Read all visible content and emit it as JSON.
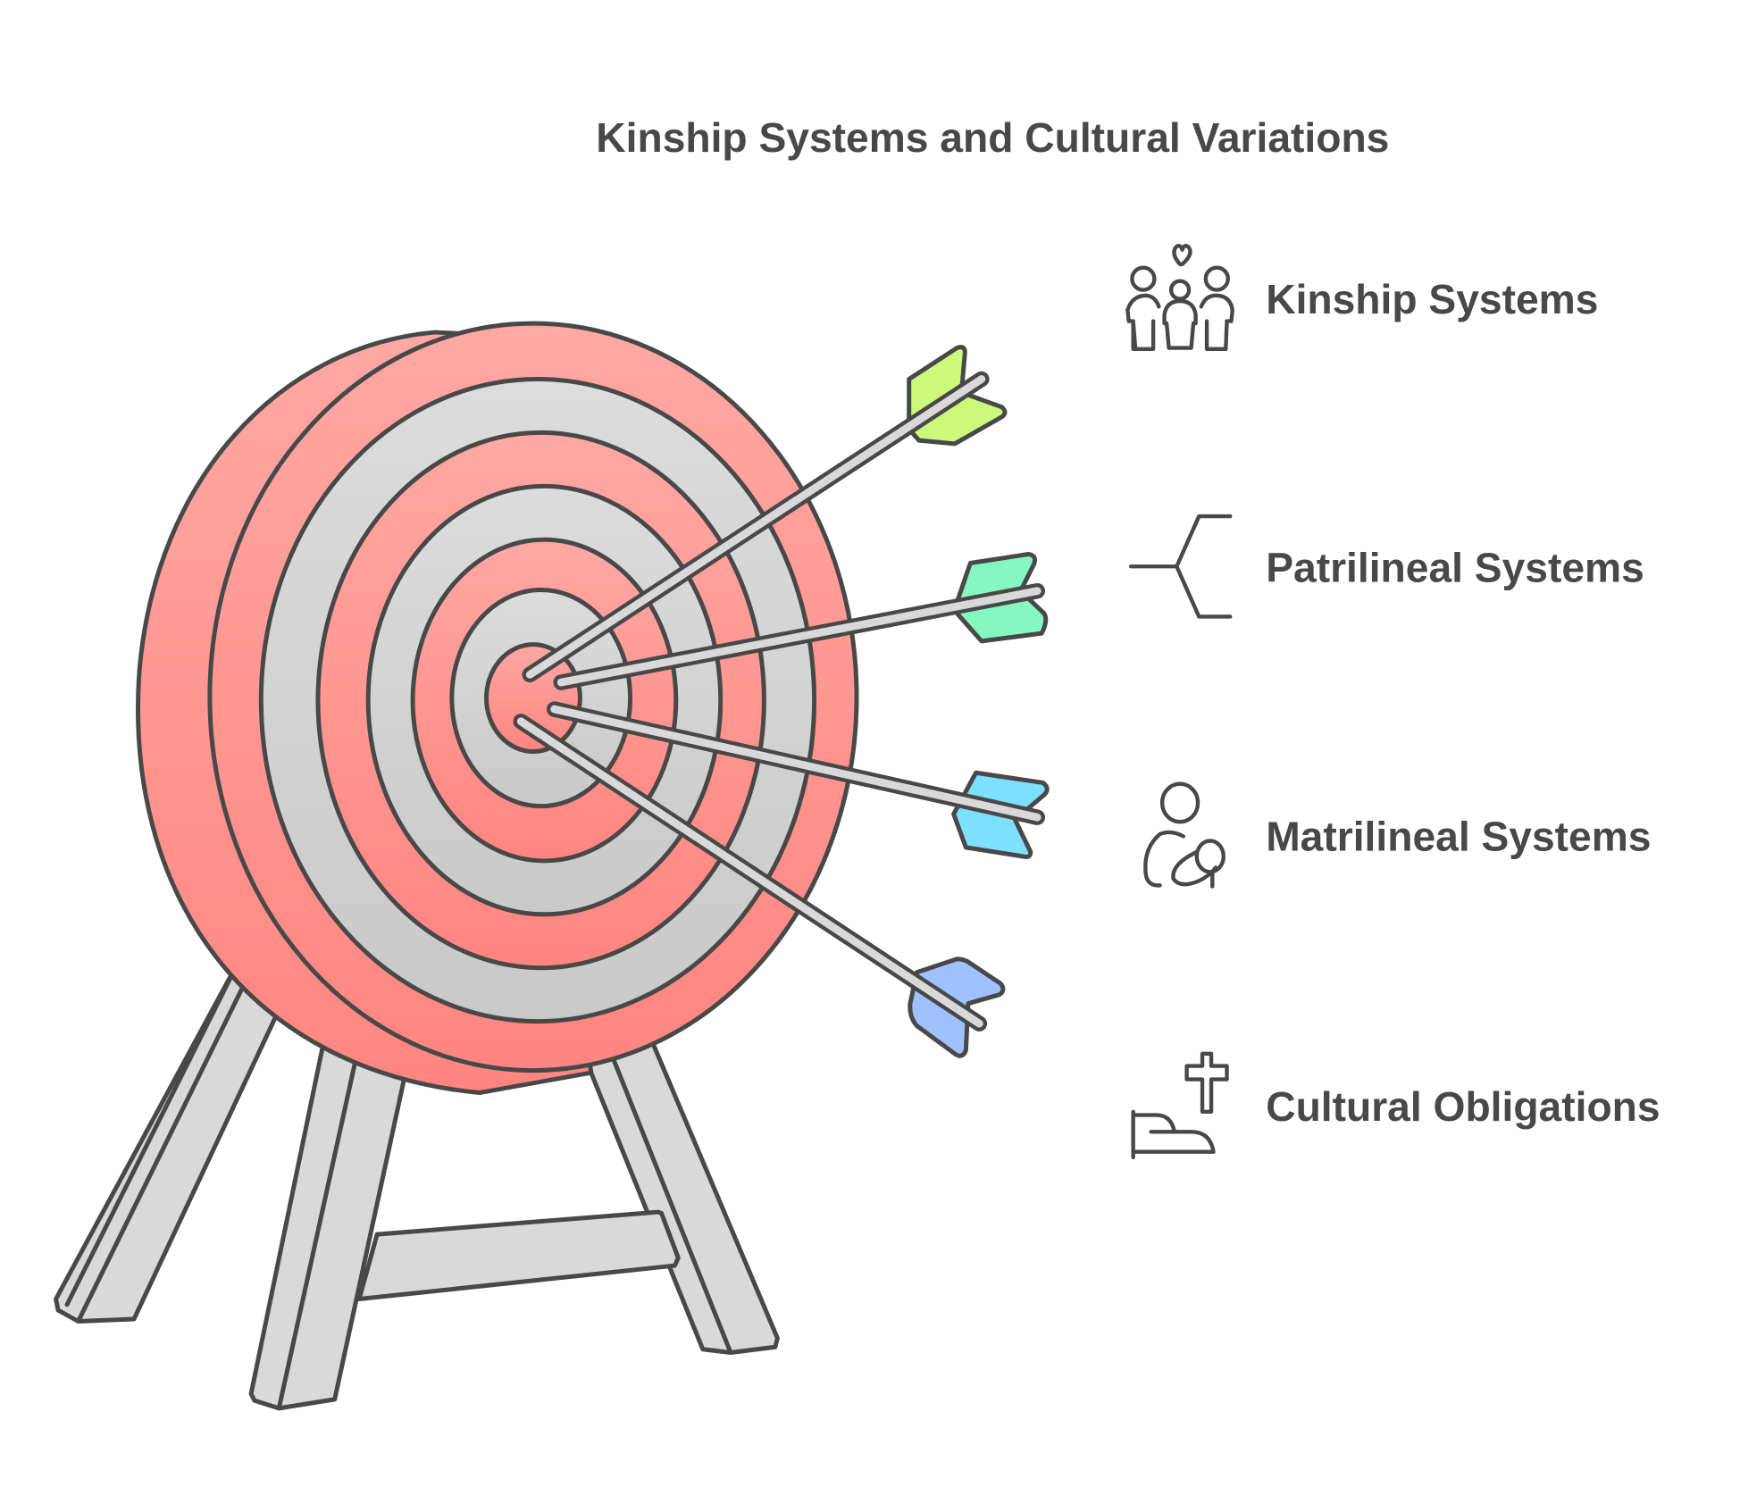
{
  "title": "Kinship Systems and Cultural Variations",
  "colors": {
    "ink": "#484848",
    "ring_red": "#ffa3a0",
    "ring_red_dark": "#ff8580",
    "ring_gray": "#d9d9d9",
    "wood": "#d9d9d9"
  },
  "items": [
    {
      "label": "Kinship Systems",
      "icon": "family-icon",
      "fletching_color": "#cdf97a"
    },
    {
      "label": "Patrilineal Systems",
      "icon": "branch-bracket-icon",
      "fletching_color": "#85f7c0"
    },
    {
      "label": "Matrilineal Systems",
      "icon": "mother-child-icon",
      "fletching_color": "#7de0ff"
    },
    {
      "label": "Cultural Obligations",
      "icon": "hand-cross-icon",
      "fletching_color": "#9fc2ff"
    }
  ]
}
